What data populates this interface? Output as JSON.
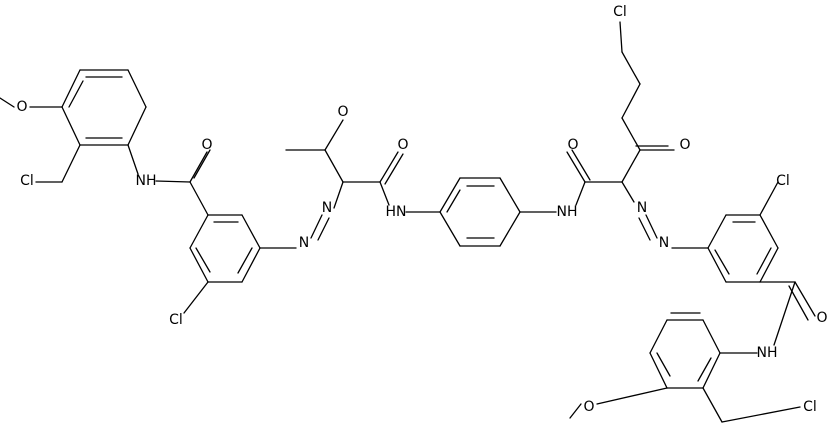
{
  "molecule": {
    "labels": {
      "cl": "Cl",
      "o": "O",
      "n": "N",
      "nh": "NH",
      "hn": "HN"
    }
  }
}
